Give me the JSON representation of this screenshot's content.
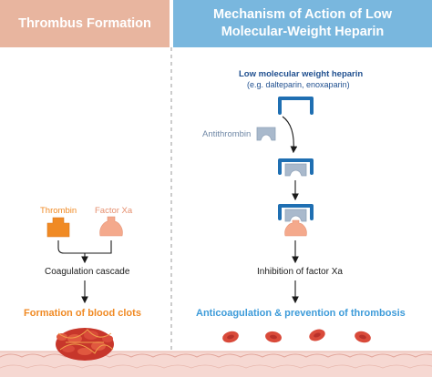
{
  "left_panel": {
    "title": "Thrombus Formation",
    "thrombin_label": "Thrombin",
    "factor_xa_label": "Factor Xa",
    "cascade_label": "Coagulation cascade",
    "result_label": "Formation of blood clots"
  },
  "right_panel": {
    "title_line1": "Mechanism of Action of Low",
    "title_line2": "Molecular-Weight Heparin",
    "drug_label": "Low molecular weight heparin",
    "drug_examples": "(e.g.  dalteparin, enoxaparin)",
    "antithrombin_label": "Antithrombin",
    "inhibition_label": "Inhibition of factor Xa",
    "result_label": "Anticoagulation & prevention of thrombosis"
  },
  "colors": {
    "left_header": "#E8B59F",
    "right_header": "#79B7DE",
    "thrombin": "#F08A24",
    "factor_xa": "#F4A98C",
    "left_result": "#F08A24",
    "right_result": "#3D9BD9",
    "heparin": "#1F6FB2",
    "antithrombin": "#A9B9CC",
    "drug_label": "#1F4F8F",
    "red_cell": "#D94A3A",
    "vessel": "#F6D8D2"
  }
}
